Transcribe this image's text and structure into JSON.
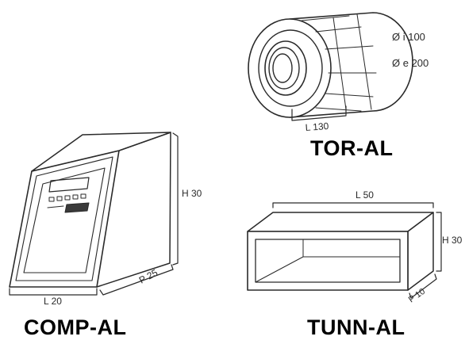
{
  "tor": {
    "title": "TOR-AL",
    "inner_diameter": "Ø i 100",
    "outer_diameter": "Ø e 200",
    "length": "L 130"
  },
  "comp": {
    "title": "COMP-AL",
    "height": "H 30",
    "depth": "P 25",
    "length": "L 20"
  },
  "tunn": {
    "title": "TUNN-AL",
    "length": "L 50",
    "height": "H 30",
    "depth": "P 10"
  },
  "colors": {
    "line": "#2a2a2a",
    "text": "#000000"
  }
}
